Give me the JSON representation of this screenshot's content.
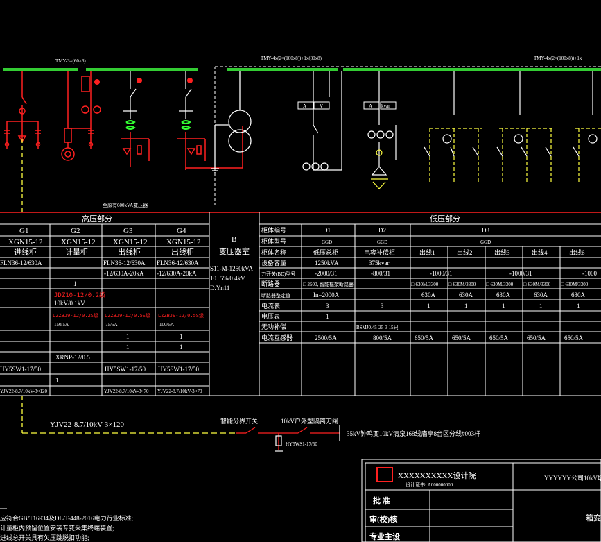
{
  "top": {
    "hv_bus_label": "TMY-3×(60×6)",
    "lv_bus_label_1": "TMY-4x(2×(100x8))+1x(80x8)",
    "lv_bus_label_2": "TMY-4x(2×(100x8))+1x",
    "transformer_caption": "至原有600kVA变压器",
    "d1_meter_labels": [
      "A",
      "A",
      "V"
    ],
    "d2_meter_labels": [
      "A",
      "A",
      "kvar"
    ]
  },
  "hv_section": {
    "title": "高压部分",
    "columns": [
      "G1",
      "G2",
      "G3",
      "G4"
    ],
    "models": [
      "XGN15-12",
      "XGN15-12",
      "XGN15-12",
      "XGN15-12"
    ],
    "names": [
      "进线柜",
      "计量柜",
      "出线柜",
      "出线柜"
    ],
    "switch_g1": "FLN36-12/630A",
    "switch_g3": "FLN36-12/630A",
    "switch_g4": "FLN36-12/630A",
    "fuse_g3": "-12/630A-20kA",
    "fuse_g4": "-12/630A-20kA",
    "g2_one": "1",
    "g2_pt": "JDZ10-12/0.2级",
    "g2_pt_ratio": "10kV/0.1kV",
    "ct_g2": "LZZBJ9-12/0.2S级",
    "ct_g2_ratio": "150/5A",
    "ct_g3": "LZZBJ9-12/0.5S级",
    "ct_g3_ratio": "75/5A",
    "ct_g4": "LZZBJ9-12/0.5S级",
    "ct_g4_ratio": "100/5A",
    "g3_one_a": "1",
    "g4_one_a": "1",
    "g3_one_b": "1",
    "g4_one_b": "1",
    "g2_fuse": "XRNP-12/0.5",
    "arrester": "HY5SW1-17/50",
    "g1_one": "1",
    "cable_g1": "YJV22-8.7/10kV-3×120",
    "cable_g3": "YJV22-8.7/10kV-3×70",
    "cable_g4": "YJV22-8.7/10kV-3×70"
  },
  "transformer": {
    "id": "B",
    "name": "变压器室",
    "model": "S11-M-1250kVA",
    "ratio": "10±5%/0.4kV",
    "group": "D.Yn11"
  },
  "lv_section": {
    "title": "低压部分",
    "row_labels": [
      "柜体编号",
      "柜体型号",
      "柜体名称",
      "设备容量",
      "刀开关(BD)型号",
      "断路器",
      "断路器整定值",
      "电流表",
      "电压表",
      "无功补偿",
      "电流互感器"
    ],
    "d1": {
      "id": "D1",
      "type": "GGD",
      "name": "低压总柜",
      "capacity": "1250kVA",
      "knife": "-2000/31",
      "breaker": "□-2500, 智能框架断路器",
      "setting": "In=2000A",
      "ammeter": "3",
      "voltmeter": "1",
      "ct": "2500/5A"
    },
    "d2": {
      "id": "D2",
      "type": "GGD",
      "name": "电容补偿柜",
      "capacity": "375kvar",
      "knife": "-800/31",
      "ammeter": "3",
      "comp": "BSMJ0.45-25-3 15只",
      "ct": "800/5A"
    },
    "d3": {
      "id": "D3",
      "type": "GGD",
      "names": [
        "出线1",
        "出线2",
        "出线3",
        "出线4",
        "出线6"
      ],
      "knife": [
        "-1000/31",
        "-1000/31",
        "-1000"
      ],
      "breakers": [
        "□-630M/3300",
        "□-630M/3300",
        "□-630M/3300",
        "□-630M/3300",
        "□-630M/3300"
      ],
      "settings": [
        "630A",
        "630A",
        "630A",
        "630A",
        "630A"
      ],
      "ammeters": [
        "1",
        "1",
        "1",
        "1",
        "1"
      ],
      "cts": [
        "650/5A",
        "650/5A",
        "650/5A",
        "650/5A",
        "650/5A"
      ]
    }
  },
  "lower": {
    "cable": "YJV22-8.7/10kV-3×120",
    "smart_switch": "智能分界开关",
    "isolator": "10kV户外型隔离刀闸",
    "arrester": "HY5WS1-17/50",
    "line": "35kV钟鸣变10kV清泉168线庙亭8台区分线#003杆"
  },
  "notes": {
    "note1": "应符合GB/T16934及DL/T-448-2016电力行业标准;",
    "note2": "计量柜内预留位置安装专变采集终端装置;",
    "note3": "进线总开关具有欠压跳脱扣功能;"
  },
  "title_block": {
    "institute": "XXXXXXXXXX设计院",
    "certificate": "设计证书: A000000000",
    "project": "YYYYYY公司10kV增",
    "approve": "批    准",
    "review": "审(校)核",
    "designer": "专业主设",
    "drawing": "箱变"
  },
  "colors": {
    "background": "#000000",
    "bus": "#33cc33",
    "hv": "#ff2020",
    "lv": "#ffffff",
    "aux": "#ffff40",
    "grid": "#ffffff",
    "table_red": "#ff2020"
  }
}
